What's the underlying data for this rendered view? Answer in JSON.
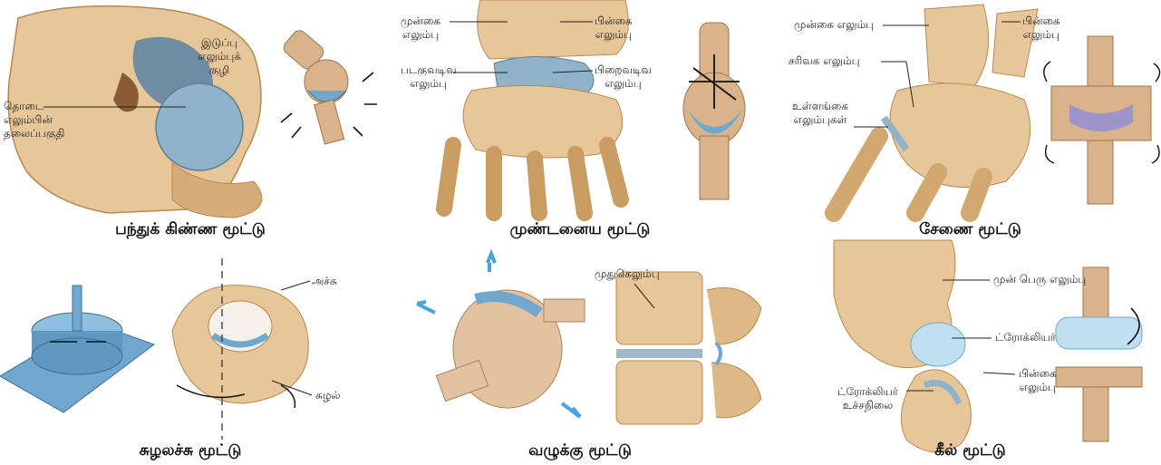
{
  "panels": {
    "ball": {
      "title": "பந்துக் கிண்ண மூட்டு",
      "labels": {
        "hip_socket": [
          "இடுப்பு",
          "எலும்புக்",
          "குழி"
        ],
        "femur_head": [
          "தொடை",
          "எலும்பின்",
          "தலைப்பகுதி"
        ]
      }
    },
    "condyloid": {
      "title": "முண்டனைய மூட்டு",
      "labels": {
        "radius": [
          "முன்கை",
          "எலும்பு"
        ],
        "ulna": [
          "பின்கை",
          "எலும்பு"
        ],
        "scaphoid": [
          "படகுவடிவ",
          "எலும்பு"
        ],
        "lunate": [
          "பிறைவடிவ",
          "எலும்பு"
        ]
      }
    },
    "saddle": {
      "title": "சேணை மூட்டு",
      "labels": {
        "radius": "முன்கை எலும்பு",
        "ulna": [
          "பின்கை",
          "எலும்பு"
        ],
        "trapezium": "சரிவக எலும்பு",
        "metacarpal": [
          "உள்ளங்கை",
          "எலும்புகள்"
        ]
      }
    },
    "pivot": {
      "title": "சுழலச்சு மூட்டு",
      "labels": {
        "axis": "அச்சு",
        "atlas": "சுழல்"
      }
    },
    "gliding": {
      "title": "வழுக்கு மூட்டு",
      "labels": {
        "vertebra": "முதுகெலும்பு"
      }
    },
    "hinge": {
      "title": "கீல் மூட்டு",
      "labels": {
        "humerus": "முன் பெரு எலும்பு",
        "trochlea": "ட்ரோக்லியர்",
        "ulna": [
          "பின்கை",
          "எலும்பு"
        ],
        "trochlear_notch": [
          "ட்ரோக்லியர்",
          "உச்சநிலை"
        ]
      }
    }
  },
  "colors": {
    "bone": "#e7c79a",
    "bone_dark": "#b8884f",
    "cartilage": "#8fb3c9",
    "model": "#d9b48a",
    "model_blue": "#6fa7cf",
    "arrow_blue": "#4aa3dd"
  }
}
